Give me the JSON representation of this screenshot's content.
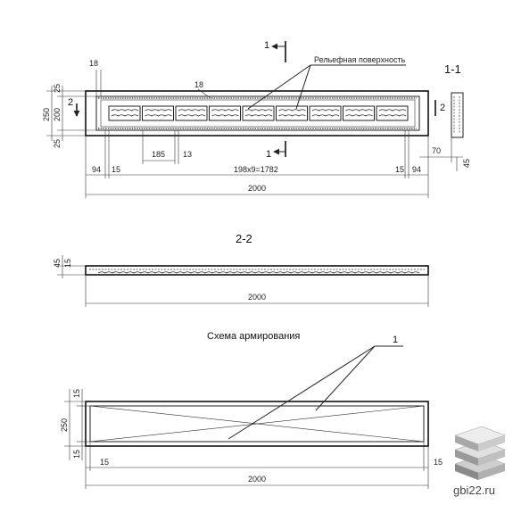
{
  "view_top": {
    "section_mark_1": "1",
    "section_mark_1_bottom": "1",
    "section_mark_2": "2",
    "section_mark_2_right": "2",
    "relief_label": "Рельефная поверхность",
    "dims": {
      "d18_top": "18",
      "d18_inner": "18",
      "d25_top": "25",
      "d200": "200",
      "d25_bottom": "25",
      "d250": "250",
      "d185": "185",
      "d13": "13",
      "d94_left": "94",
      "d15_left": "15",
      "d_mid": "198x9=1782",
      "d15_right": "15",
      "d94_right": "94",
      "d2000": "2000"
    }
  },
  "section_1_1": {
    "title": "1-1",
    "d70": "70",
    "d45": "45"
  },
  "section_2_2": {
    "title": "2-2",
    "d45": "45",
    "d15": "15",
    "d2000": "2000"
  },
  "reinforcement": {
    "title": "Схема армирования",
    "leader_mark": "1",
    "d15_top": "15",
    "d250": "250",
    "d15_bottom": "15",
    "d15_left": "15",
    "d15_right": "15",
    "d2000": "2000"
  },
  "watermark": {
    "text": "gbi22.ru",
    "icon": "stacked-slabs-logo-icon"
  }
}
